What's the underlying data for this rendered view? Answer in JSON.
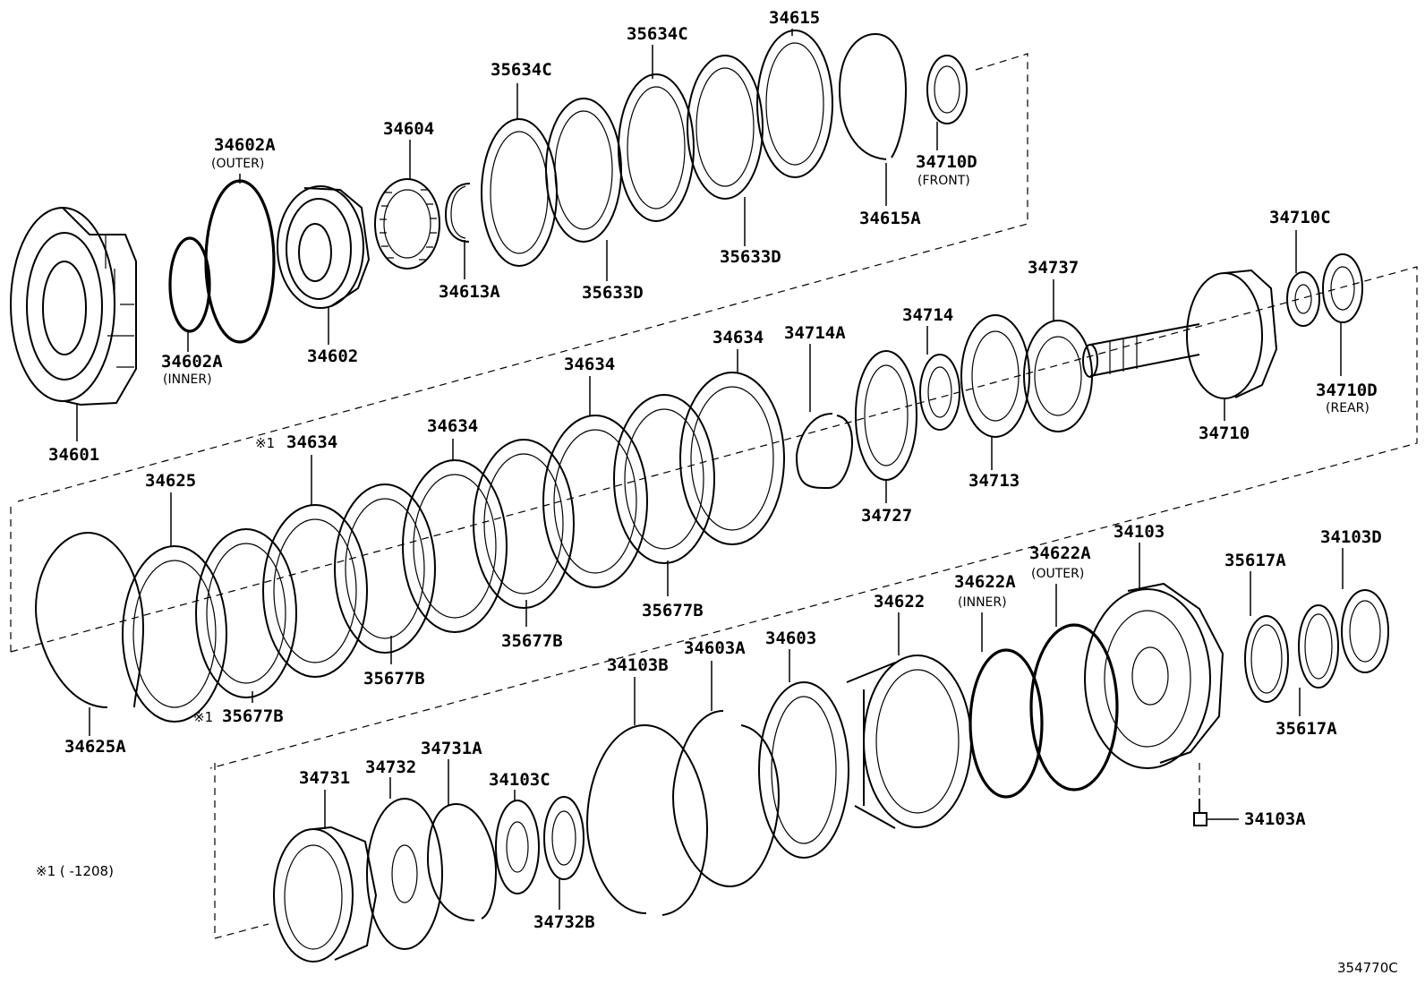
{
  "labels": {
    "p34601": "34601",
    "p34602A_outer": "34602A",
    "p34602A_outer_note": "(OUTER)",
    "p34602A_inner": "34602A",
    "p34602A_inner_note": "(INNER)",
    "p34602": "34602",
    "p34604": "34604",
    "p34613A": "34613A",
    "p35634C_1": "35634C",
    "p35634C_2": "35634C",
    "p35633D_1": "35633D",
    "p35633D_2": "35633D",
    "p34615": "34615",
    "p34615A": "34615A",
    "p34710D_front": "34710D",
    "p34710D_front_note": "(FRONT)",
    "p34710C": "34710C",
    "p34710D_rear": "34710D",
    "p34710D_rear_note": "(REAR)",
    "p34710": "34710",
    "p34737": "34737",
    "p34714": "34714",
    "p34713": "34713",
    "p34714A": "34714A",
    "p34727": "34727",
    "p34634_1": "34634",
    "p34634_2": "34634",
    "p34634_3": "34634",
    "p34634_4": "34634",
    "p34634_4_mark": "※1",
    "p34625": "34625",
    "p34625A": "34625A",
    "p35677B_1": "35677B",
    "p35677B_1_mark": "※1",
    "p35677B_2": "35677B",
    "p35677B_3": "35677B",
    "p35677B_4": "35677B",
    "p34103": "34103",
    "p34103D": "34103D",
    "p35617A_1": "35617A",
    "p35617A_2": "35617A",
    "p34622A_outer": "34622A",
    "p34622A_outer_note": "(OUTER)",
    "p34622A_inner": "34622A",
    "p34622A_inner_note": "(INNER)",
    "p34622": "34622",
    "p34603": "34603",
    "p34603A": "34603A",
    "p34103B": "34103B",
    "p34103A": "34103A",
    "p34731": "34731",
    "p34732": "34732",
    "p34731A": "34731A",
    "p34103C": "34103C",
    "p34732B": "34732B"
  },
  "footnote": "※1 (      -1208)",
  "diagram_code": "354770C"
}
